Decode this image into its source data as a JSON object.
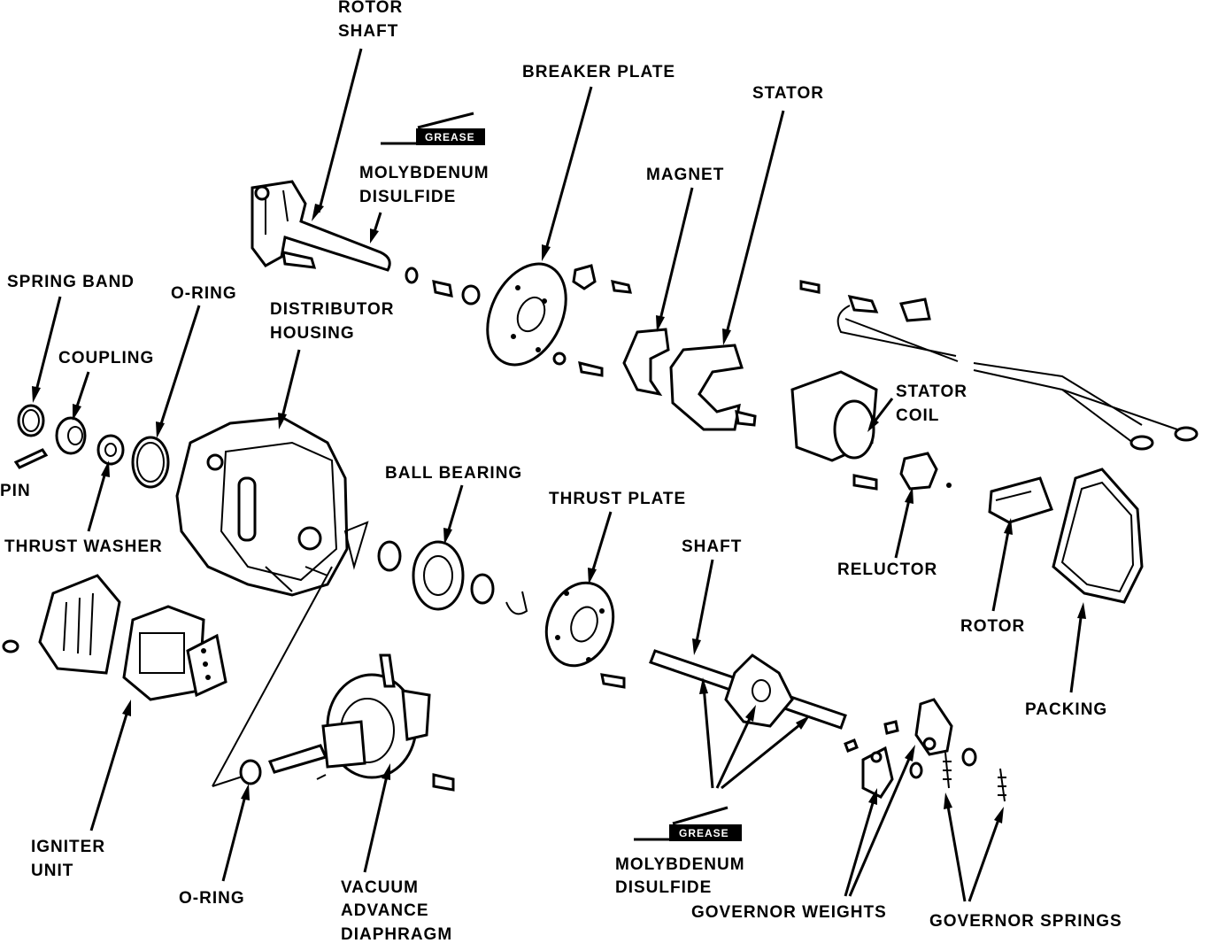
{
  "labels": {
    "rotor_shaft_1": "ROTOR",
    "rotor_shaft_2": "SHAFT",
    "breaker_plate": "BREAKER PLATE",
    "stator": "STATOR",
    "magnet": "MAGNET",
    "moly_top_1": "MOLYBDENUM",
    "moly_top_2": "DISULFIDE",
    "spring_band": "SPRING BAND",
    "o_ring_top": "O-RING",
    "distributor_housing_1": "DISTRIBUTOR",
    "distributor_housing_2": "HOUSING",
    "coupling": "COUPLING",
    "stator_coil_1": "STATOR",
    "stator_coil_2": "COIL",
    "pin": "PIN",
    "ball_bearing": "BALL BEARING",
    "thrust_plate": "THRUST PLATE",
    "thrust_washer": "THRUST WASHER",
    "shaft": "SHAFT",
    "reluctor": "RELUCTOR",
    "rotor": "ROTOR",
    "packing": "PACKING",
    "igniter_unit_1": "IGNITER",
    "igniter_unit_2": "UNIT",
    "o_ring_bottom": "O-RING",
    "vacuum_1": "VACUUM",
    "vacuum_2": "ADVANCE",
    "vacuum_3": "DIAPHRAGM",
    "moly_bottom_1": "MOLYBDENUM",
    "moly_bottom_2": "DISULFIDE",
    "governor_weights": "GOVERNOR WEIGHTS",
    "governor_springs": "GOVERNOR SPRINGS"
  },
  "grease_tube_text": "GREASE",
  "icons": [
    "grease-tube-icon"
  ]
}
